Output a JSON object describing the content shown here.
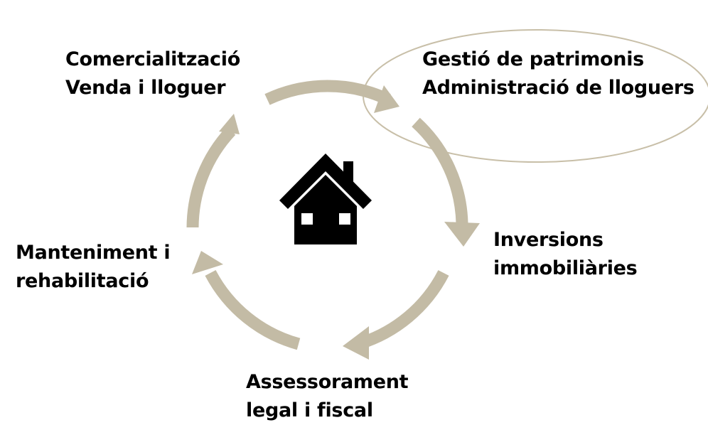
{
  "colors": {
    "arrow": "#c3bba5",
    "ellipse_stroke": "#c8bfa8",
    "house": "#000000",
    "text": "#000000",
    "background": "#ffffff"
  },
  "icons": {
    "center": "house-icon"
  },
  "nodes": {
    "comercialitzacio": {
      "line1": "Comercialització",
      "line2": "Venda i lloguer"
    },
    "gestio": {
      "line1": "Gestió de patrimonis",
      "line2": "Administració de lloguers",
      "highlighted": true
    },
    "inversions": {
      "line1": "Inversions",
      "line2": "immobiliàries"
    },
    "assessorament": {
      "line1": "Assessorament",
      "line2": "legal i fiscal"
    },
    "manteniment": {
      "line1": "Manteniment i",
      "line2": "rehabilitació"
    }
  }
}
